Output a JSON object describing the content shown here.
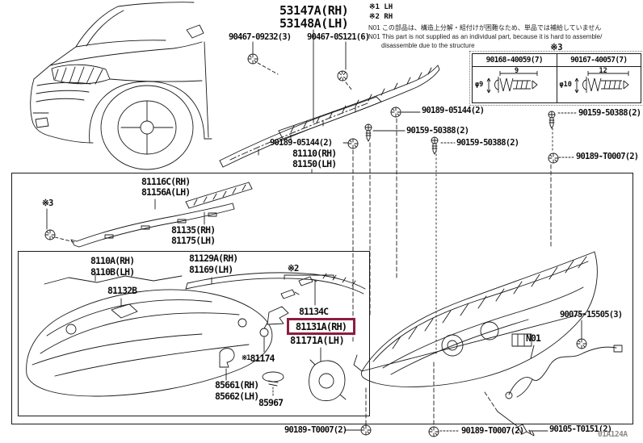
{
  "header": {
    "assembly_rh": "53147A(RH)",
    "assembly_lh": "53148A(LH)"
  },
  "notes": {
    "marker1_label": "※1  LH",
    "marker2_label": "※2  RH",
    "n01_jp": "N01 この部品は、構造上分解・組付けが困難なため、単品では補給していません",
    "n01_en_1": "N01 This part is not supplied as an individual part, because it is hard to assemble/",
    "n01_en_2": "disassemble due to the structure"
  },
  "fastener_table": {
    "title": "※3",
    "cells": [
      {
        "part_number": "90168-40059(7)",
        "length": "9",
        "diameter": "φ9"
      },
      {
        "part_number": "90167-40057(7)",
        "length": "12",
        "diameter": "φ10"
      }
    ]
  },
  "markers": {
    "m1": "※1",
    "m2": "※2",
    "m3": "※3"
  },
  "parts": {
    "p81110_rh": "81110(RH)",
    "p81150_lh": "81150(LH)",
    "p81116c_rh": "81116C(RH)",
    "p81156a_lh": "81156A(LH)",
    "p81135_rh": "81135(RH)",
    "p81175_lh": "81175(LH)",
    "p8110a_rh": "8110A(RH)",
    "p8110b_lh": "8110B(LH)",
    "p81129a_rh": "81129A(RH)",
    "p81169_lh": "81169(LH)",
    "p81132b": "81132B",
    "p81134c": "81134C",
    "p81131a_rh": "81131A(RH)",
    "p81171a_lh": "81171A(LH)",
    "p81174": "81174",
    "p85661_rh": "85661(RH)",
    "p85662_lh": "85662(LH)",
    "p85967": "85967",
    "n01": "N01"
  },
  "fasteners": {
    "f90467_09232": "90467-09232(3)",
    "f90467_0s121": "90467-0S121(6)",
    "f90189_05144": "90189-05144(2)",
    "f90159_50388": "90159-50388(2)",
    "f90189_t0007": "90189-T0007(2)",
    "f90105_t0151": "90105-T0151(2)",
    "f90075_15505": "90075-15505(3)"
  },
  "highlight": {
    "color": "#8E1D3F"
  },
  "watermark": "01A124A"
}
